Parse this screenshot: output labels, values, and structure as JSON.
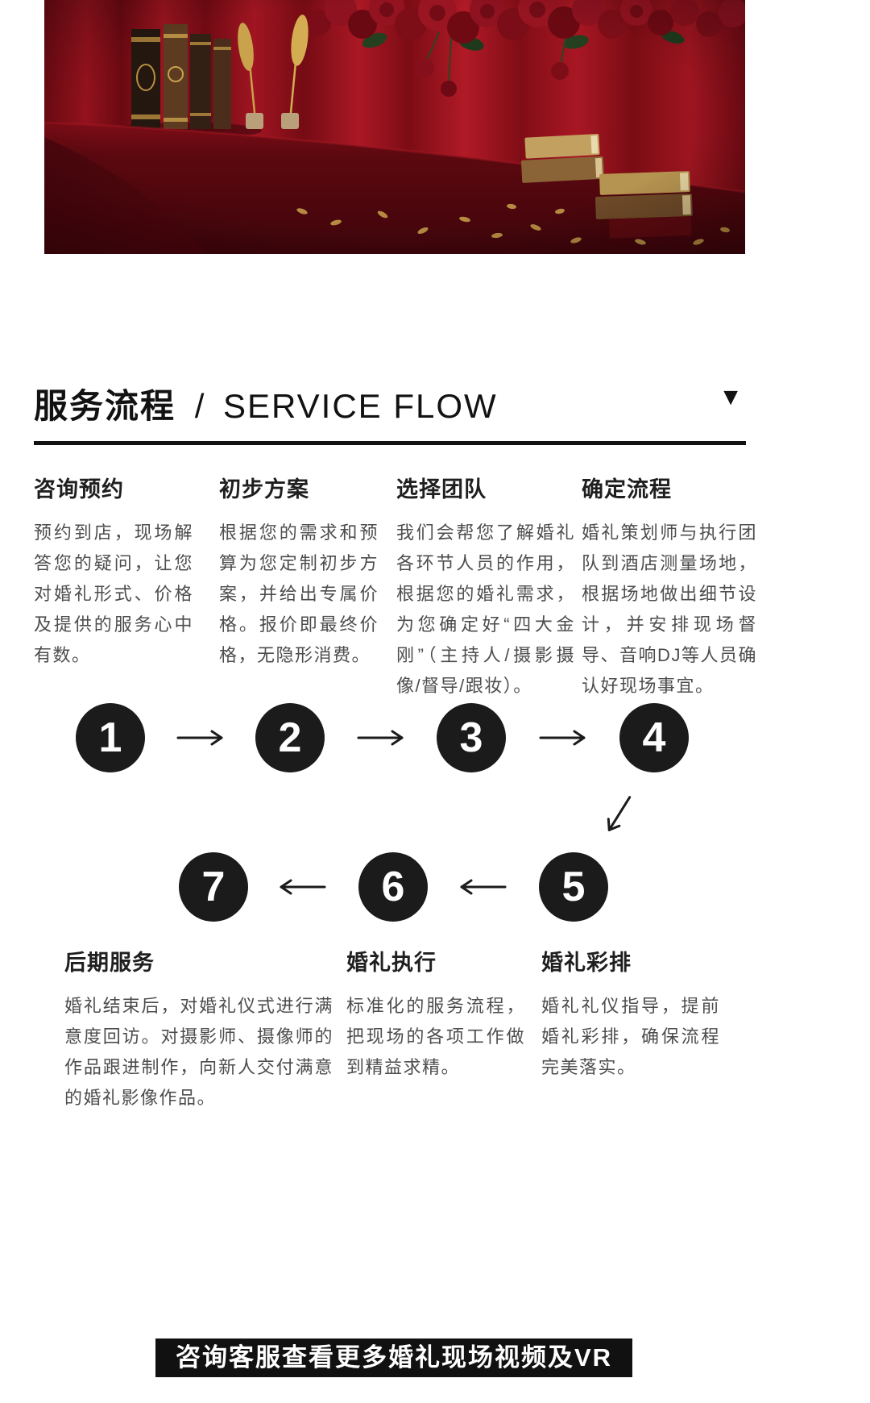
{
  "hero": {
    "image_name": "wedding-stage-photo"
  },
  "section_header": {
    "title_cn": "服务流程",
    "separator": "/",
    "title_en": "SERVICE FLOW",
    "triangle": "▼"
  },
  "flow": {
    "top_steps": [
      {
        "number": "1",
        "title": "咨询预约",
        "body": "预约到店，现场解答您的疑问，让您对婚礼形式、价格及提供的服务心中有数。"
      },
      {
        "number": "2",
        "title": "初步方案",
        "body": "根据您的需求和预算为您定制初步方案，并给出专属价格。报价即最终价格，无隐形消费。"
      },
      {
        "number": "3",
        "title": "选择团队",
        "body": "我们会帮您了解婚礼各环节人员的作用，根据您的婚礼需求，为您确定好“四大金刚”（主持人/摄影摄像/督导/跟妆）。"
      },
      {
        "number": "4",
        "title": "确定流程",
        "body": "婚礼策划师与执行团队到酒店测量场地，根据场地做出细节设计，并安排现场督导、音响DJ等人员确认好现场事宜。"
      }
    ],
    "bottom_steps": [
      {
        "number": "7",
        "title": "后期服务",
        "body": "婚礼结束后，对婚礼仪式进行满意度回访。对摄影师、摄像师的作品跟进制作，向新人交付满意的婚礼影像作品。"
      },
      {
        "number": "6",
        "title": "婚礼执行",
        "body": "标准化的服务流程，把现场的各项工作做到精益求精。"
      },
      {
        "number": "5",
        "title": "婚礼彩排",
        "body": "婚礼礼仪指导，提前婚礼彩排，确保流程完美落实。"
      }
    ]
  },
  "footer": {
    "cta_label": "咨询客服查看更多婚礼现场视频及VR"
  },
  "colors": {
    "ink": "#121212",
    "body_text": "#4d4d4d",
    "circle_black": "#1b1b1b",
    "footer_bg": "#111111",
    "hero_red": "#8c1018",
    "gold": "#c9a24b"
  }
}
